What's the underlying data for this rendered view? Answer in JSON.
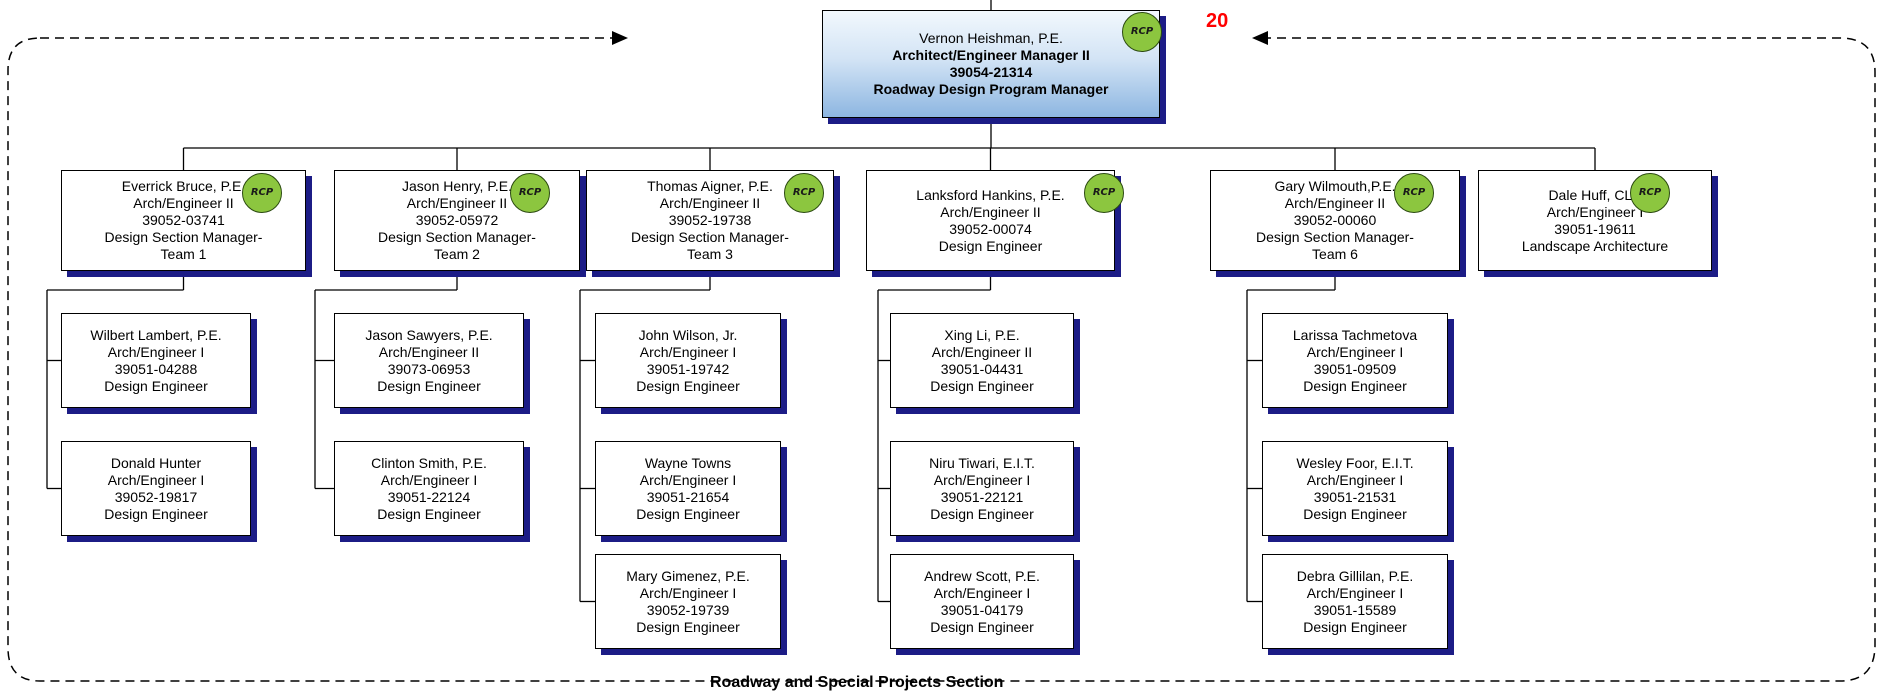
{
  "page_number": "20",
  "badge_label": "RCP",
  "footer_label": "Roadway and Special Projects Section",
  "manager": {
    "name": "Vernon Heishman, P.E.",
    "title": "Architect/Engineer Manager II",
    "position": "39054-21314",
    "role": "Roadway Design Program Manager"
  },
  "teams": [
    {
      "lead": {
        "lines": [
          "Everrick Bruce, P.E.",
          "Arch/Engineer II",
          "39052-03741",
          "Design Section Manager-",
          "Team 1"
        ]
      },
      "members": [
        {
          "lines": [
            "Wilbert Lambert, P.E.",
            "Arch/Engineer I",
            "39051-04288",
            "Design Engineer"
          ]
        },
        {
          "lines": [
            "Donald Hunter",
            "Arch/Engineer I",
            "39052-19817",
            "Design Engineer"
          ]
        }
      ]
    },
    {
      "lead": {
        "lines": [
          "Jason Henry, P.E.",
          "Arch/Engineer II",
          "39052-05972",
          "Design Section Manager-",
          "Team 2"
        ]
      },
      "members": [
        {
          "lines": [
            "Jason Sawyers, P.E.",
            "Arch/Engineer II",
            "39073-06953",
            "Design Engineer"
          ]
        },
        {
          "lines": [
            "Clinton Smith, P.E.",
            "Arch/Engineer I",
            "39051-22124",
            "Design Engineer"
          ]
        }
      ]
    },
    {
      "lead": {
        "lines": [
          "Thomas Aigner, P.E.",
          "Arch/Engineer II",
          "39052-19738",
          "Design Section Manager-",
          "Team 3"
        ]
      },
      "members": [
        {
          "lines": [
            "John Wilson, Jr.",
            "Arch/Engineer I",
            "39051-19742",
            "Design Engineer"
          ]
        },
        {
          "lines": [
            "Wayne Towns",
            "Arch/Engineer I",
            "39051-21654",
            "Design Engineer"
          ]
        },
        {
          "lines": [
            "Mary Gimenez, P.E.",
            "Arch/Engineer I",
            "39052-19739",
            "Design  Engineer"
          ]
        }
      ]
    },
    {
      "lead": {
        "lines": [
          "Lanksford Hankins, P.E.",
          "Arch/Engineer II",
          "39052-00074",
          "Design Engineer"
        ]
      },
      "members": [
        {
          "lines": [
            "Xing Li, P.E.",
            "Arch/Engineer II",
            "39051-04431",
            "Design Engineer"
          ]
        },
        {
          "lines": [
            "Niru Tiwari, E.I.T.",
            "Arch/Engineer I",
            "39051-22121",
            "Design Engineer"
          ]
        },
        {
          "lines": [
            "Andrew Scott, P.E.",
            "Arch/Engineer I",
            "39051-04179",
            "Design Engineer"
          ]
        }
      ]
    },
    {
      "lead": {
        "lines": [
          "Gary Wilmouth,P.E.",
          "Arch/Engineer II",
          "39052-00060",
          "Design Section Manager-",
          "Team 6"
        ]
      },
      "members": [
        {
          "lines": [
            "Larissa Tachmetova",
            "Arch/Engineer I",
            "39051-09509",
            "Design Engineer"
          ]
        },
        {
          "lines": [
            "Wesley Foor, E.I.T.",
            "Arch/Engineer I",
            "39051-21531",
            "Design Engineer"
          ]
        },
        {
          "lines": [
            "Debra Gillilan, P.E.",
            "Arch/Engineer I",
            "39051-15589",
            "Design Engineer"
          ]
        }
      ]
    },
    {
      "lead": {
        "lines": [
          "Dale Huff, CLA",
          "Arch/Engineer I",
          "39051-19611",
          "Landscape Architecture"
        ]
      },
      "members": []
    }
  ]
}
